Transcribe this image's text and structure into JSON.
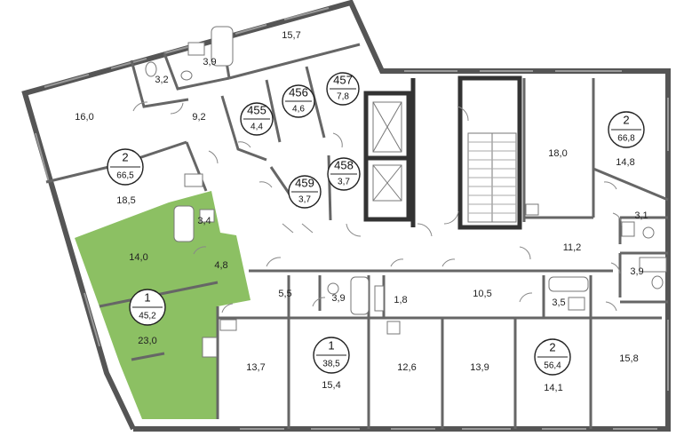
{
  "colors": {
    "highlight": "#8cc063",
    "wall": "#555555",
    "background": "#ffffff"
  },
  "rooms": [
    {
      "id": "r-15-7",
      "label": "15,7"
    },
    {
      "id": "r-3-9-top",
      "label": "3,9"
    },
    {
      "id": "r-3-2",
      "label": "3,2"
    },
    {
      "id": "r-16-0",
      "label": "16,0"
    },
    {
      "id": "r-9-2",
      "label": "9,2"
    },
    {
      "id": "r-18-5",
      "label": "18,5"
    },
    {
      "id": "r-3-4",
      "label": "3,4"
    },
    {
      "id": "r-14-0",
      "label": "14,0"
    },
    {
      "id": "r-4-8",
      "label": "4,8"
    },
    {
      "id": "r-23-0",
      "label": "23,0"
    },
    {
      "id": "r-18-0",
      "label": "18,0"
    },
    {
      "id": "r-14-8",
      "label": "14,8"
    },
    {
      "id": "r-3-1",
      "label": "3,1"
    },
    {
      "id": "r-11-2",
      "label": "11,2"
    },
    {
      "id": "r-3-9-right",
      "label": "3,9"
    },
    {
      "id": "r-5-5",
      "label": "5,5"
    },
    {
      "id": "r-3-9-mid",
      "label": "3,9"
    },
    {
      "id": "r-1-8",
      "label": "1,8"
    },
    {
      "id": "r-10-5",
      "label": "10,5"
    },
    {
      "id": "r-3-5",
      "label": "3,5"
    },
    {
      "id": "r-13-7",
      "label": "13,7"
    },
    {
      "id": "r-15-4",
      "label": "15,4"
    },
    {
      "id": "r-12-6",
      "label": "12,6"
    },
    {
      "id": "r-13-9",
      "label": "13,9"
    },
    {
      "id": "r-14-1",
      "label": "14,1"
    },
    {
      "id": "r-15-8",
      "label": "15,8"
    }
  ],
  "badges": [
    {
      "id": "b-457",
      "top": "457",
      "bottom": "7,8"
    },
    {
      "id": "b-456",
      "top": "456",
      "bottom": "4,6"
    },
    {
      "id": "b-455",
      "top": "455",
      "bottom": "4,4"
    },
    {
      "id": "b-458",
      "top": "458",
      "bottom": "3,7"
    },
    {
      "id": "b-459",
      "top": "459",
      "bottom": "3,7"
    },
    {
      "id": "b-apt-2-left",
      "top": "2",
      "bottom": "66,5"
    },
    {
      "id": "b-apt-2-right",
      "top": "2",
      "bottom": "66,8"
    },
    {
      "id": "b-apt-1-green",
      "top": "1",
      "bottom": "45,2"
    },
    {
      "id": "b-apt-1-mid",
      "top": "1",
      "bottom": "38,5"
    },
    {
      "id": "b-apt-2-bottom",
      "top": "2",
      "bottom": "56,4"
    }
  ]
}
